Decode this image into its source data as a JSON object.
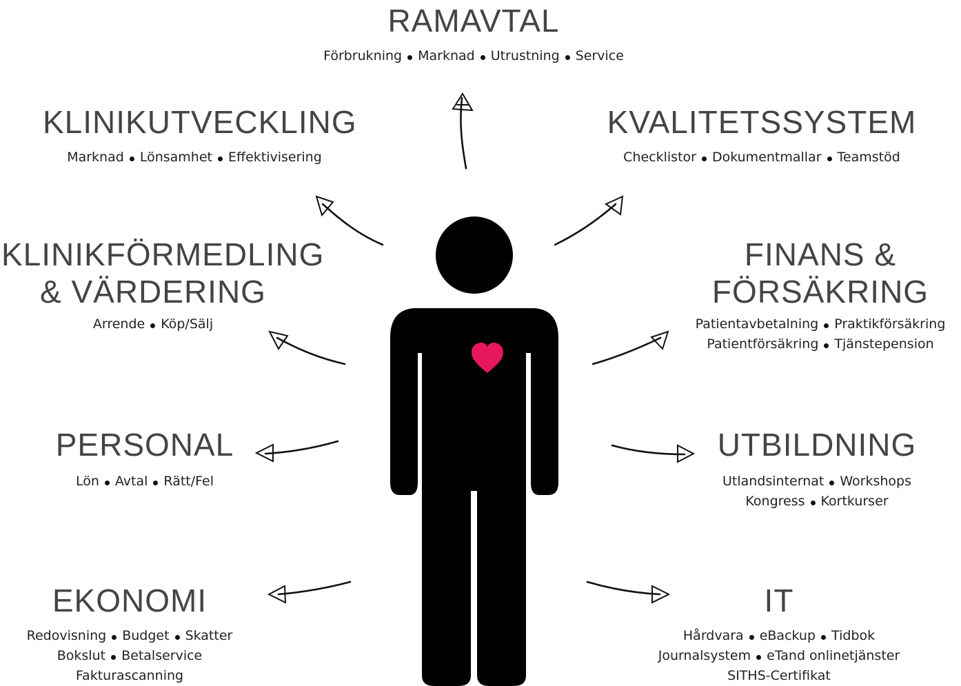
{
  "colors": {
    "figure": "#000000",
    "heart": "#e6175c",
    "title_text": "#444444",
    "sub_text": "#222222"
  },
  "topics": [
    {
      "id": "ramavtal",
      "title": [
        "RAMAVTAL"
      ],
      "lines": [
        [
          "Förbrukning",
          "Marknad",
          "Utrustning",
          "Service"
        ]
      ]
    },
    {
      "id": "klinikutveckling",
      "title": [
        "KLINIKUTVECKLING"
      ],
      "lines": [
        [
          "Marknad",
          "Lönsamhet",
          "Effektivisering"
        ]
      ]
    },
    {
      "id": "kvalitetssystem",
      "title": [
        "KVALITETSSYSTEM"
      ],
      "lines": [
        [
          "Checklistor",
          "Dokumentmallar",
          "Teamstöd"
        ]
      ]
    },
    {
      "id": "klinikformedling",
      "title": [
        "KLINIKFÖRMEDLING",
        "& VÄRDERING"
      ],
      "lines": [
        [
          "Arrende",
          "Köp/Sälj"
        ]
      ]
    },
    {
      "id": "finans",
      "title": [
        "FINANS &",
        "FÖRSÄKRING"
      ],
      "lines": [
        [
          "Patientavbetalning",
          "Praktikförsäkring"
        ],
        [
          "Patientförsäkring",
          "Tjänstepension"
        ]
      ]
    },
    {
      "id": "personal",
      "title": [
        "PERSONAL"
      ],
      "lines": [
        [
          "Lön",
          "Avtal",
          "Rätt/Fel"
        ]
      ]
    },
    {
      "id": "utbildning",
      "title": [
        "UTBILDNING"
      ],
      "lines": [
        [
          "Utlandsinternat",
          "Workshops"
        ],
        [
          "Kongress",
          "Kortkurser"
        ]
      ]
    },
    {
      "id": "ekonomi",
      "title": [
        "EKONOMI"
      ],
      "lines": [
        [
          "Redovisning",
          "Budget",
          "Skatter"
        ],
        [
          "Bokslut",
          "Betalservice"
        ],
        [
          "Fakturascanning"
        ]
      ]
    },
    {
      "id": "it",
      "title": [
        "IT"
      ],
      "lines": [
        [
          "Hårdvara",
          "eBackup",
          "Tidbok"
        ],
        [
          "Journalsystem",
          "eTand onlinetjänster"
        ],
        [
          "SITHS-Certifikat"
        ]
      ]
    }
  ]
}
